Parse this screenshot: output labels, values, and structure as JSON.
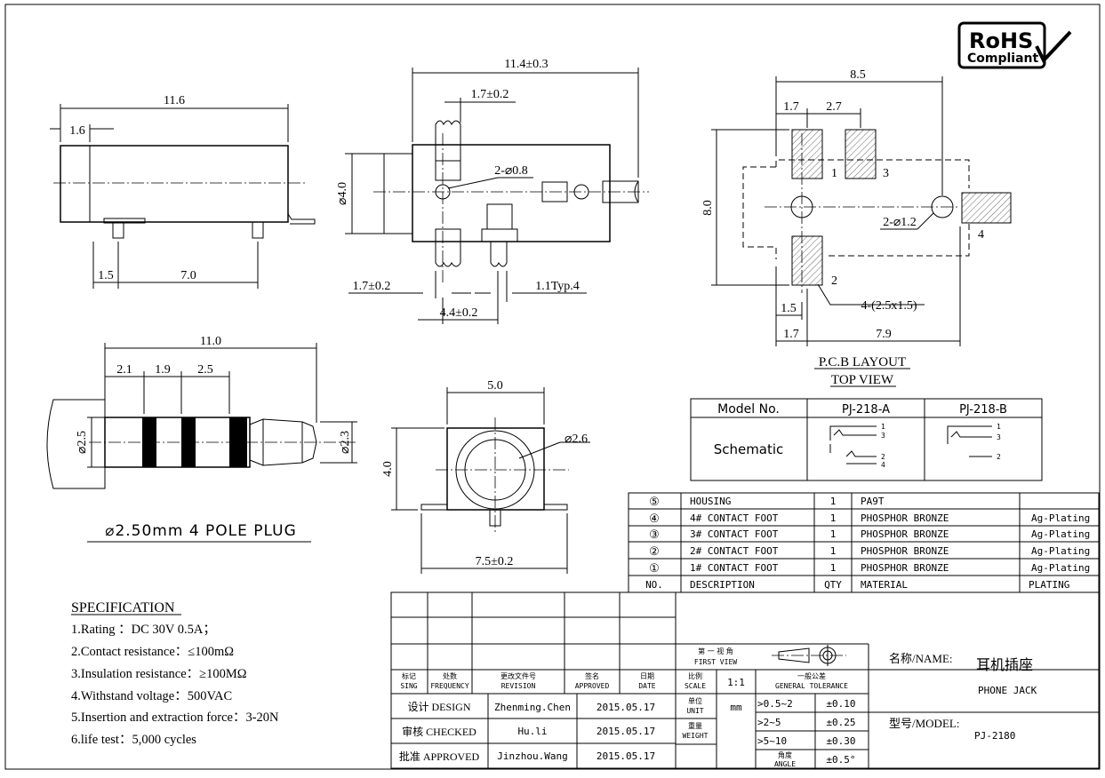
{
  "logo": {
    "line1": "RoHS",
    "line2": "Compliant"
  },
  "side_view": {
    "overall": "11.6",
    "front": "1.6",
    "pin_offset": "1.5",
    "pin_pitch": "7.0"
  },
  "top_view": {
    "overall": "11.4±0.3",
    "pin_width": "1.7±0.2",
    "hole": "2-⌀0.8",
    "height": "⌀4.0",
    "left": "1.7±0.2",
    "spacing": "4.4±0.2",
    "typ": "1.1Typ.4"
  },
  "pcb": {
    "overall": "8.5",
    "dim_a": "1.7",
    "dim_b": "2.7",
    "height": "8.0",
    "hole": "2-⌀1.2",
    "pad_size": "4-(2.5x1.5)",
    "dim_c": "1.5",
    "dim_d": "1.7",
    "dim_e": "7.9",
    "pads": [
      "1",
      "2",
      "3",
      "4"
    ],
    "title1": "P.C.B LAYOUT",
    "title2": "TOP VIEW"
  },
  "plug": {
    "overall": "11.0",
    "s1": "2.1",
    "s2": "1.9",
    "s3": "2.5",
    "dia_left": "⌀2.5",
    "dia_right": "⌀2.3",
    "caption": "⌀2.50mm 4 POLE PLUG"
  },
  "front_view": {
    "width": "5.0",
    "dia": "⌀2.6",
    "height": "4.0",
    "base": "7.5±0.2"
  },
  "model_table": {
    "col0": "Model No.",
    "col1": "PJ-218-A",
    "col2": "PJ-218-B",
    "row_label": "Schematic",
    "pins_a": [
      "1",
      "3",
      "2",
      "4"
    ],
    "pins_b": [
      "1",
      "3",
      "2"
    ]
  },
  "bom": {
    "rows": [
      {
        "no": "⑤",
        "desc": "HOUSING",
        "qty": "1",
        "material": "PA9T",
        "plating": ""
      },
      {
        "no": "④",
        "desc": "4# CONTACT FOOT",
        "qty": "1",
        "material": "PHOSPHOR BRONZE",
        "plating": "Ag-Plating"
      },
      {
        "no": "③",
        "desc": "3# CONTACT FOOT",
        "qty": "1",
        "material": "PHOSPHOR BRONZE",
        "plating": "Ag-Plating"
      },
      {
        "no": "②",
        "desc": "2# CONTACT FOOT",
        "qty": "1",
        "material": "PHOSPHOR BRONZE",
        "plating": "Ag-Plating"
      },
      {
        "no": "①",
        "desc": "1# CONTACT FOOT",
        "qty": "1",
        "material": "PHOSPHOR BRONZE",
        "plating": "Ag-Plating"
      }
    ],
    "header": {
      "no": "NO.",
      "desc": "DESCRIPTION",
      "qty": "QTY",
      "material": "MATERIAL",
      "plating": "PLATING"
    }
  },
  "spec": {
    "title": "SPECIFICATION",
    "items": [
      "1.Rating ：DC 30V 0.5A；",
      "2.Contact resistance：≤100mΩ",
      "3.Insulation resistance：≥100MΩ",
      "4.Withstand voltage：500VAC",
      "5.Insertion and extraction force：3-20N",
      "6.life test：5,000 cycles"
    ]
  },
  "title_block": {
    "sign_cn": "标记",
    "sign_en": "SING",
    "freq_cn": "处数",
    "freq_en": "FREQUENCY",
    "rev_cn": "更改文件号",
    "rev_en": "REVISION",
    "appr_cn": "签名",
    "appr_en": "APPROVED",
    "date_cn": "日期",
    "date_en": "DATE",
    "scale_cn": "比例",
    "scale_en": "SCALE",
    "scale_val": "1:1",
    "fv_cn": "第 一 视 角",
    "fv_en": "FIRST VIEW",
    "tol_cn": "一般公差",
    "tol_en": "GENERAL TOLERANCE",
    "unit_cn": "单位",
    "unit_en": "UNIT",
    "unit_val": "mm",
    "weight_cn": "重量",
    "weight_en": "WEIGHT",
    "angle_cn": "角度",
    "angle_en": "ANGLE",
    "tol_rows": [
      {
        "range": ">0.5~2",
        "tol": "±0.10"
      },
      {
        "range": ">2~5",
        "tol": "±0.25"
      },
      {
        "range": ">5~10",
        "tol": "±0.30"
      }
    ],
    "angle_tol": "±0.5°",
    "design_label": "设计 DESIGN",
    "design_name": "Zhenming.Chen",
    "design_date": "2015.05.17",
    "check_label": "审核 CHECKED",
    "check_name": "Hu.li",
    "check_date": "2015.05.17",
    "approve_label": "批准 APPROVED",
    "approve_name": "Jinzhou.Wang",
    "approve_date": "2015.05.17",
    "name_label": "名称/NAME:",
    "name_cn": "耳机插座",
    "name_en": "PHONE JACK",
    "model_label": "型号/MODEL:",
    "model_val": "PJ-2180"
  }
}
